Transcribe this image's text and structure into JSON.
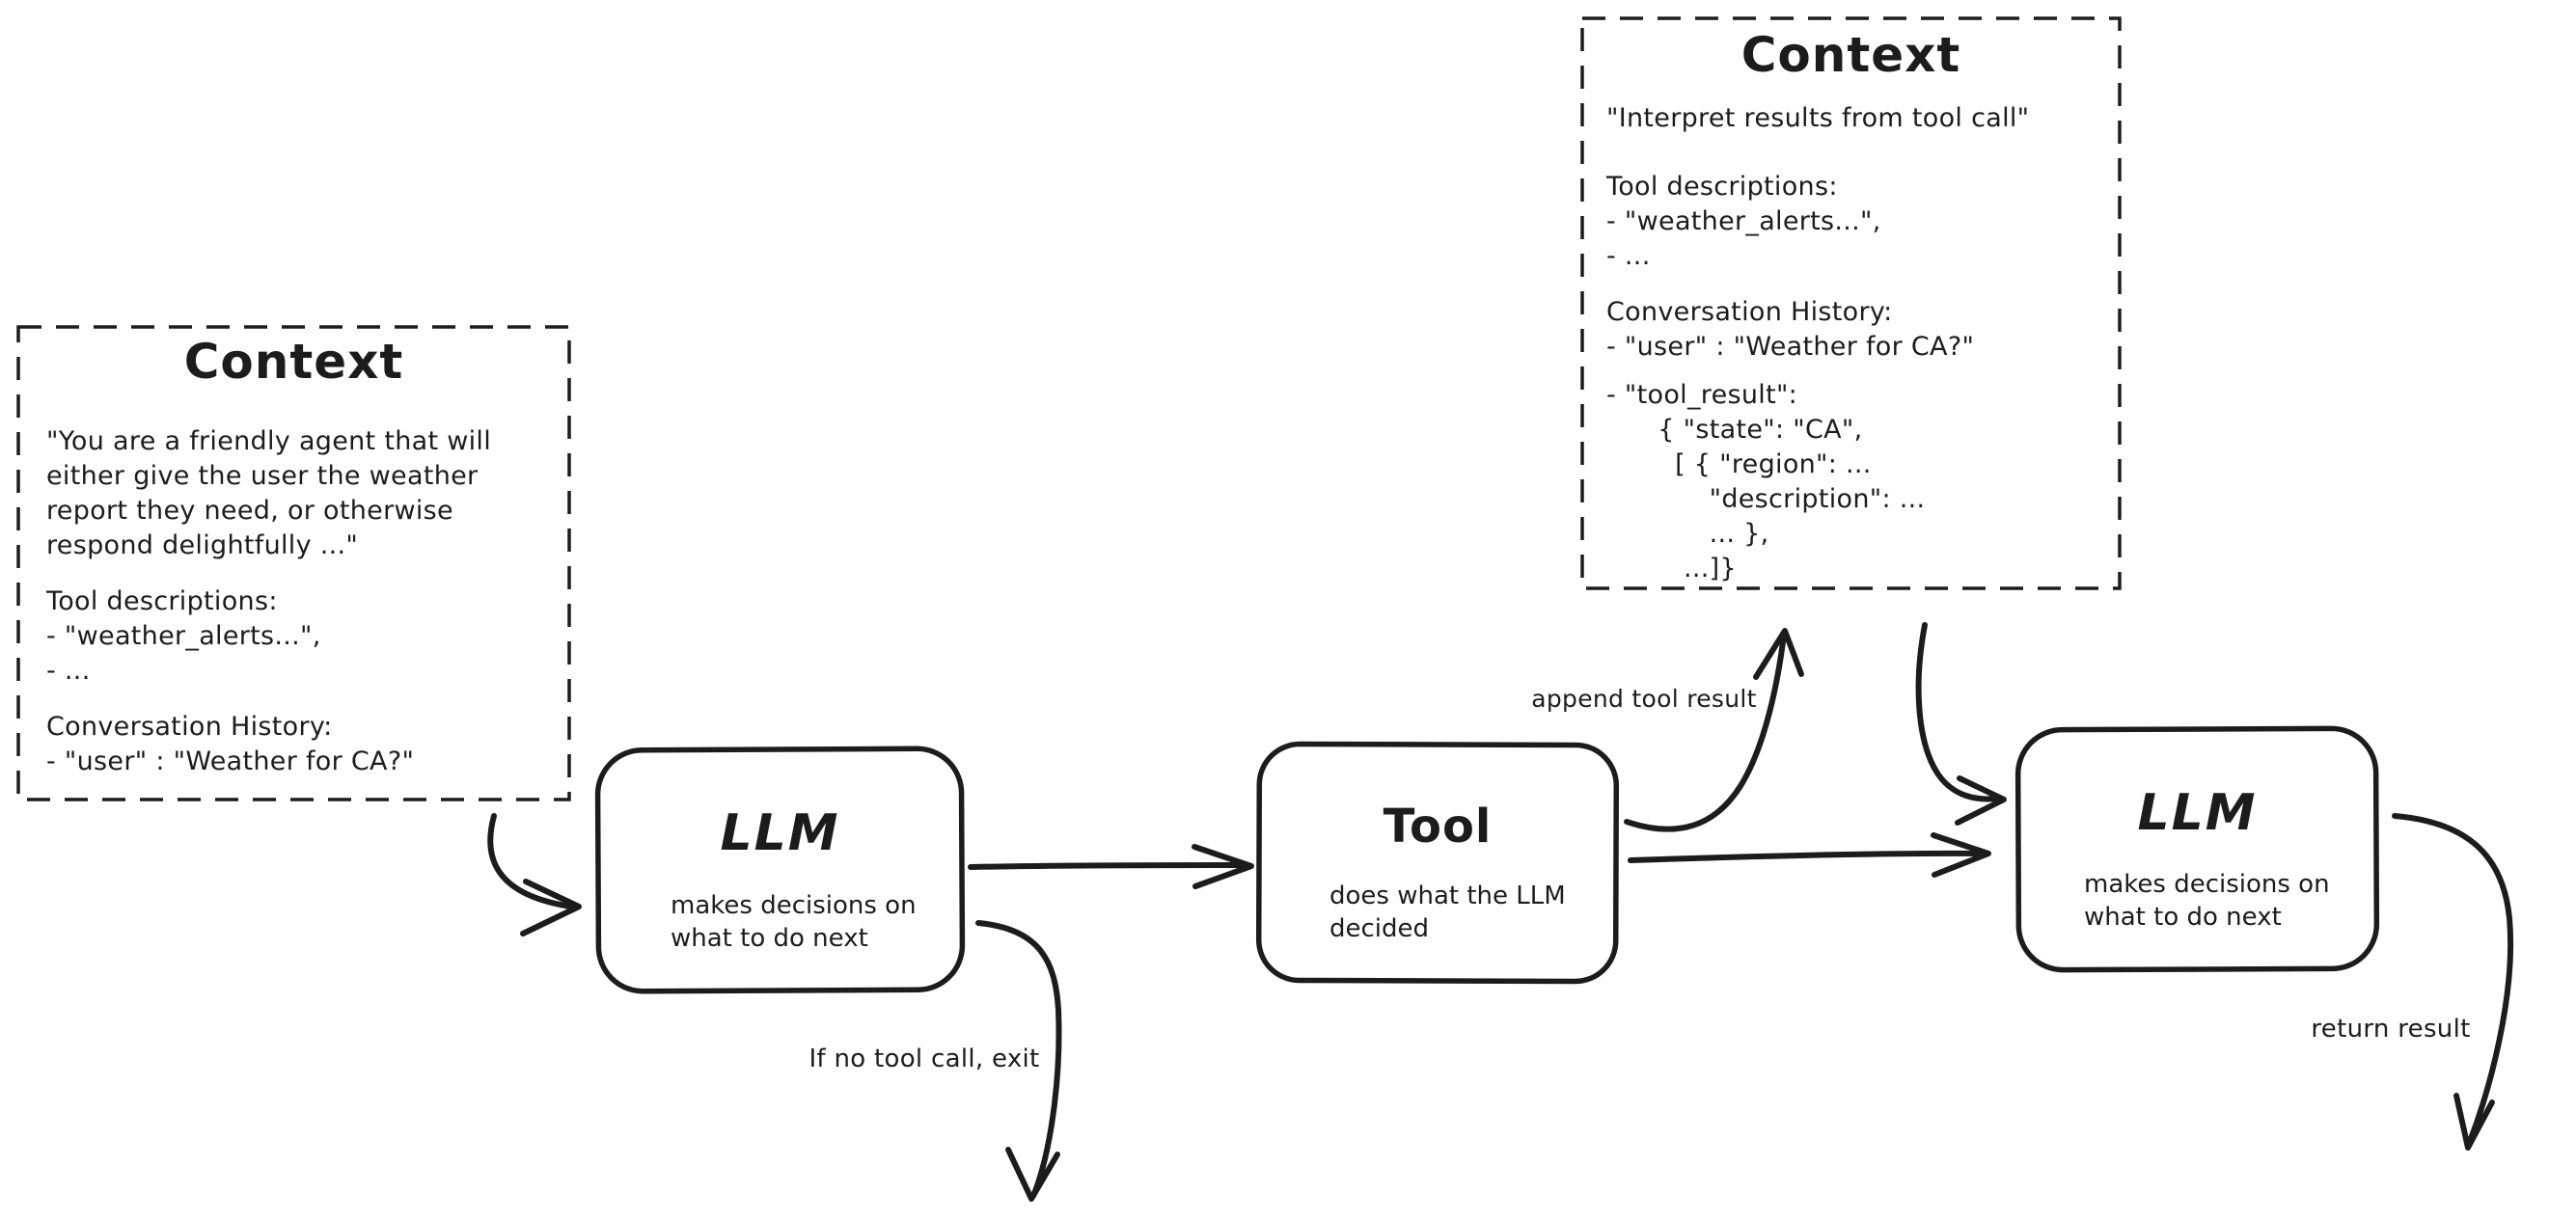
{
  "colors": {
    "ink": "#1c1c1c",
    "background": "#ffffff"
  },
  "context_left": {
    "title": "Context",
    "system_prompt": [
      "\"You are a friendly agent that will",
      "either give the user the weather",
      "report they need, or otherwise",
      "respond delightfully ...\""
    ],
    "tool_descriptions": [
      "Tool descriptions:",
      "- \"weather_alerts...\",",
      "- ..."
    ],
    "conversation_history": [
      "Conversation History:",
      "- \"user\" : \"Weather for CA?\""
    ]
  },
  "context_top": {
    "title": "Context",
    "instruction": "\"Interpret results from tool call\"",
    "tool_descriptions": [
      "Tool descriptions:",
      "- \"weather_alerts...\",",
      "- ..."
    ],
    "conversation_history": [
      "Conversation History:",
      "- \"user\" : \"Weather for CA?\""
    ],
    "tool_result": [
      "- \"tool_result\":",
      "      { \"state\": \"CA\",",
      "        [ { \"region\": ...",
      "            \"description\": ...",
      "            ... },",
      "         ...]}"
    ]
  },
  "nodes": {
    "llm_1": {
      "title": "LLM",
      "subtitle": [
        "makes decisions on",
        "what to do next"
      ]
    },
    "tool": {
      "title": "Tool",
      "subtitle": [
        "does what the LLM",
        "decided"
      ]
    },
    "llm_2": {
      "title": "LLM",
      "subtitle": [
        "makes decisions on",
        "what to do next"
      ]
    }
  },
  "edge_labels": {
    "append_tool_result": "append tool result",
    "if_no_tool_call": "If no tool call, exit",
    "return_result": "return result"
  }
}
